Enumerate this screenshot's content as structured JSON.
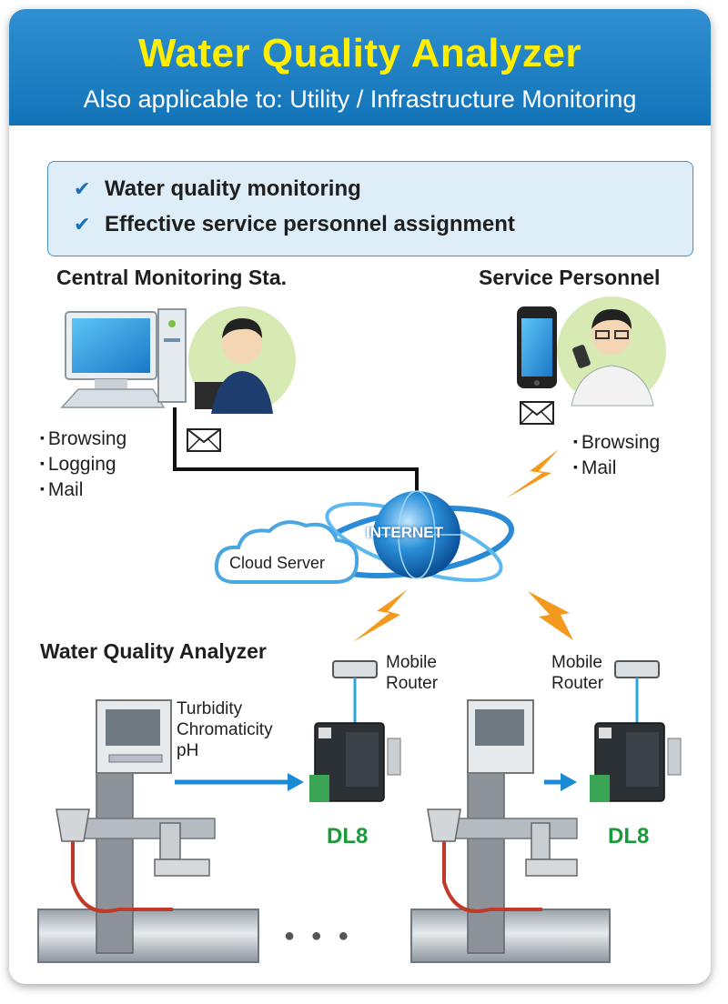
{
  "header": {
    "title": "Water Quality Analyzer",
    "subtitle": "Also applicable to: Utility / Infrastructure Monitoring"
  },
  "checklist": [
    "Water quality monitoring",
    "Effective service personnel assignment"
  ],
  "central": {
    "title": "Central Monitoring Sta.",
    "bullets": [
      "Browsing",
      "Logging",
      "Mail"
    ]
  },
  "service": {
    "title": "Service Personnel",
    "bullets": [
      "Browsing",
      "Mail"
    ]
  },
  "network": {
    "internet_label": "INTERNET",
    "cloud_label": "Cloud Server"
  },
  "analyzer": {
    "title": "Water Quality Analyzer",
    "measurements": [
      "Turbidity",
      "Chromaticity",
      "pH"
    ],
    "router_label_1": "Mobile",
    "router_label_2": "Router",
    "device_label": "DL8",
    "ellipsis": "● ● ●"
  },
  "colors": {
    "header_blue": "#1a7fc4",
    "title_yellow": "#ffee00",
    "device_green": "#1a9a3a",
    "arrow_blue": "#1a8ad4",
    "lightning_orange": "#f39a1e"
  }
}
